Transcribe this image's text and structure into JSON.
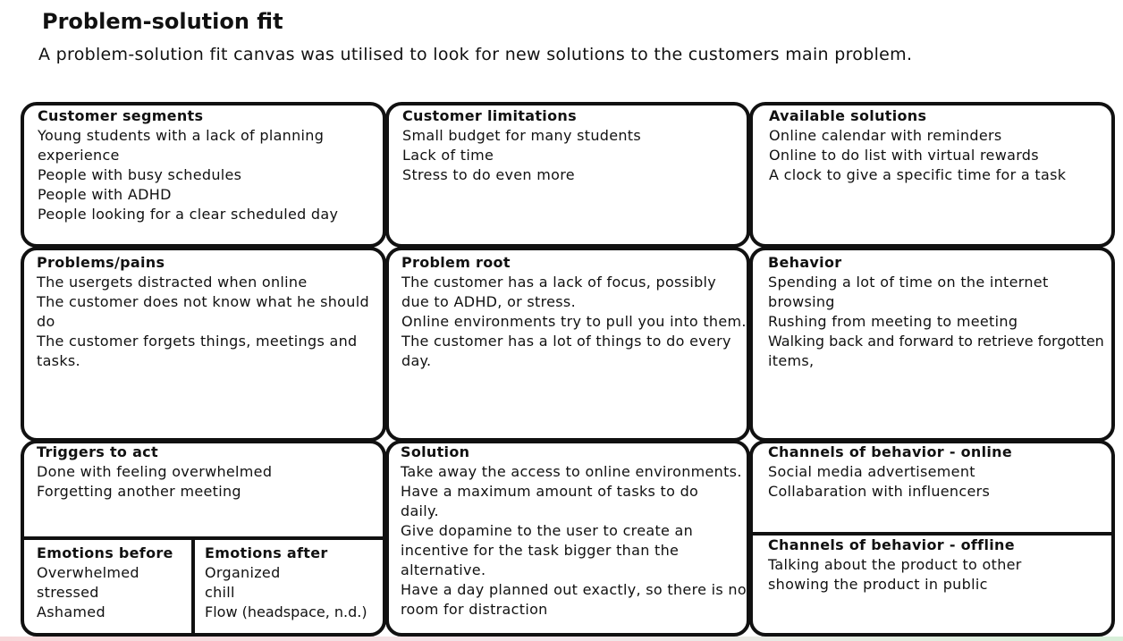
{
  "title": "Problem-solution fit",
  "subtitle": "A problem-solution fit canvas was utilised to look for new solutions to the customers main problem.",
  "cells": {
    "customer_segments": {
      "heading": "Customer segments",
      "lines": [
        "Young students with a lack of planning",
        "experience",
        "People with busy schedules",
        "People with ADHD",
        "People looking for a clear scheduled day"
      ]
    },
    "customer_limitations": {
      "heading": "Customer limitations",
      "lines": [
        "Small budget for many students",
        "Lack of time",
        "Stress to do even more"
      ]
    },
    "available_solutions": {
      "heading": "Available solutions",
      "lines": [
        "Online calendar with reminders",
        "Online to do list with virtual rewards",
        "A clock to give a specific time for a task"
      ]
    },
    "problems_pains": {
      "heading": "Problems/pains",
      "lines": [
        "The usergets distracted when online",
        "The customer does not know what he should",
        "do",
        "The customer forgets things, meetings and",
        "tasks."
      ]
    },
    "problem_root": {
      "heading": "Problem root",
      "lines": [
        "The customer has a lack of focus, possibly",
        "due to ADHD, or stress.",
        "Online environments try to pull you into them.",
        "The customer has a lot of things to do every",
        "day."
      ]
    },
    "behavior": {
      "heading": "Behavior",
      "lines": [
        "Spending a lot of time on the internet",
        "browsing",
        "Rushing from meeting to meeting",
        "Walking back and forward to retrieve forgotten",
        "items,"
      ]
    },
    "triggers_to_act": {
      "heading": "Triggers to act",
      "lines": [
        "Done with feeling overwhelmed",
        "Forgetting another meeting"
      ]
    },
    "emotions_before": {
      "heading": "Emotions before",
      "lines": [
        "Overwhelmed",
        "stressed",
        "Ashamed"
      ]
    },
    "emotions_after": {
      "heading": "Emotions after",
      "lines": [
        "Organized",
        "chill",
        "Flow (headspace, n.d.)"
      ]
    },
    "solution": {
      "heading": "Solution",
      "lines": [
        "Take away the access to online environments.",
        "Have a maximum amount of tasks to do",
        "daily.",
        "Give dopamine to the user to create an",
        "incentive for the task bigger than the",
        "alternative.",
        "Have a day planned out exactly, so there is no",
        "room for distraction"
      ]
    },
    "channels_online": {
      "heading": "Channels of behavior - online",
      "lines": [
        "Social media advertisement",
        "Collabaration with influencers"
      ]
    },
    "channels_offline": {
      "heading": "Channels of behavior - offline",
      "lines": [
        "Talking about the product to other",
        "showing the product in public"
      ]
    }
  }
}
